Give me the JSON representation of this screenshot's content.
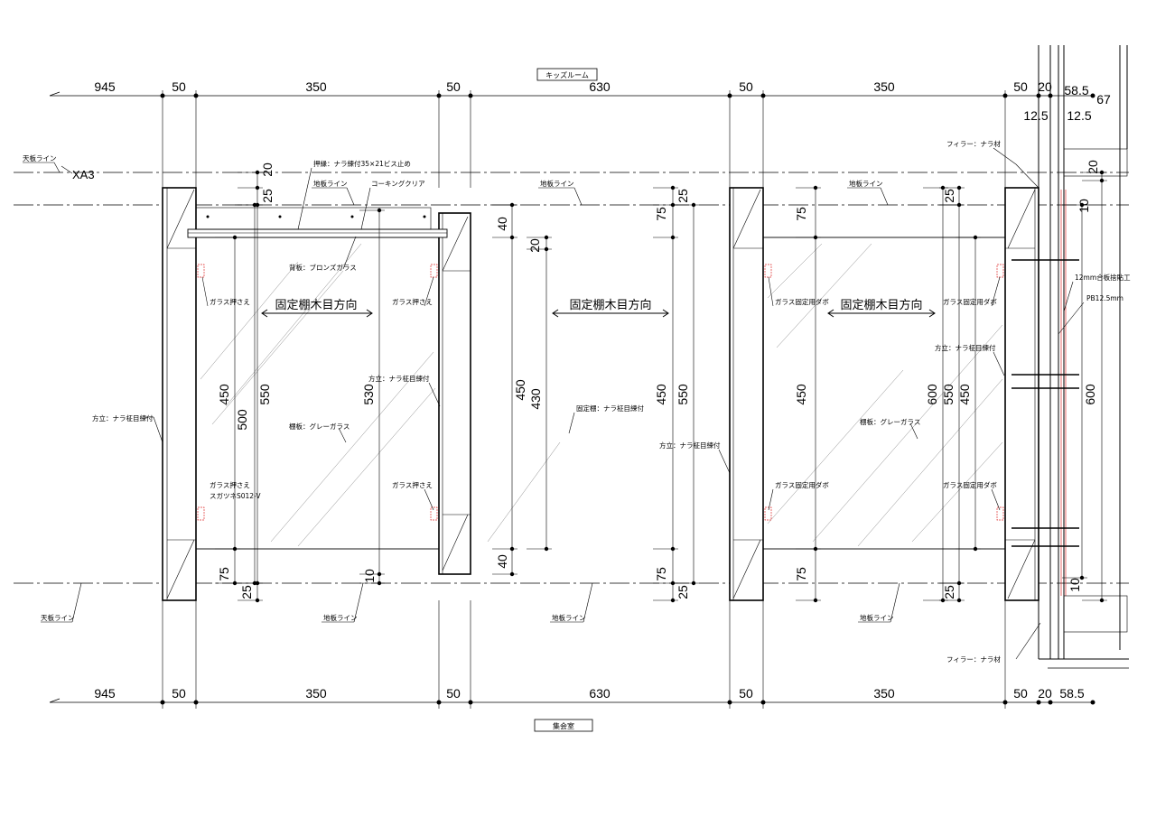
{
  "rooms": {
    "top": "キッズルーム",
    "bottom": "集会室"
  },
  "grid_label": "XA3",
  "dims_top": [
    "945",
    "50",
    "350",
    "50",
    "630",
    "50",
    "350",
    "50",
    "20",
    "58.5",
    "67"
  ],
  "dims_top_sub": [
    "12.5",
    "12.5"
  ],
  "dims_bottom": [
    "945",
    "50",
    "350",
    "50",
    "630",
    "50",
    "350",
    "50",
    "20",
    "58.5"
  ],
  "dims_vertical": {
    "d20": "20",
    "d25": "25",
    "d75": "75",
    "d40": "40",
    "d10": "10",
    "d450": "450",
    "d500": "500",
    "d550": "550",
    "d530": "530",
    "d430": "430",
    "d600": "600"
  },
  "notes": {
    "ceiling_line": "天板ライン",
    "floor_line": "地板ライン",
    "molding": "押縁：ナラ練付35×21ビス止め",
    "caulking": "コーキングクリア",
    "back_bronze": "背板：ブロンズガラス",
    "glass_holder": "ガラス押さえ",
    "glass_holder_part": "スガツネS012-V",
    "fixed_grain": "固定棚木目方向",
    "side_panel": "方立：ナラ柾目練付",
    "fixed_shelf": "固定棚：ナラ柾目練付",
    "back_gray": "棚板：グレーガラス",
    "dowel": "ガラス固定用ダボ",
    "filler": "フィラー：ナラ材",
    "plywood": "12mm合板捨貼工",
    "pb": "PB12.5mm"
  }
}
